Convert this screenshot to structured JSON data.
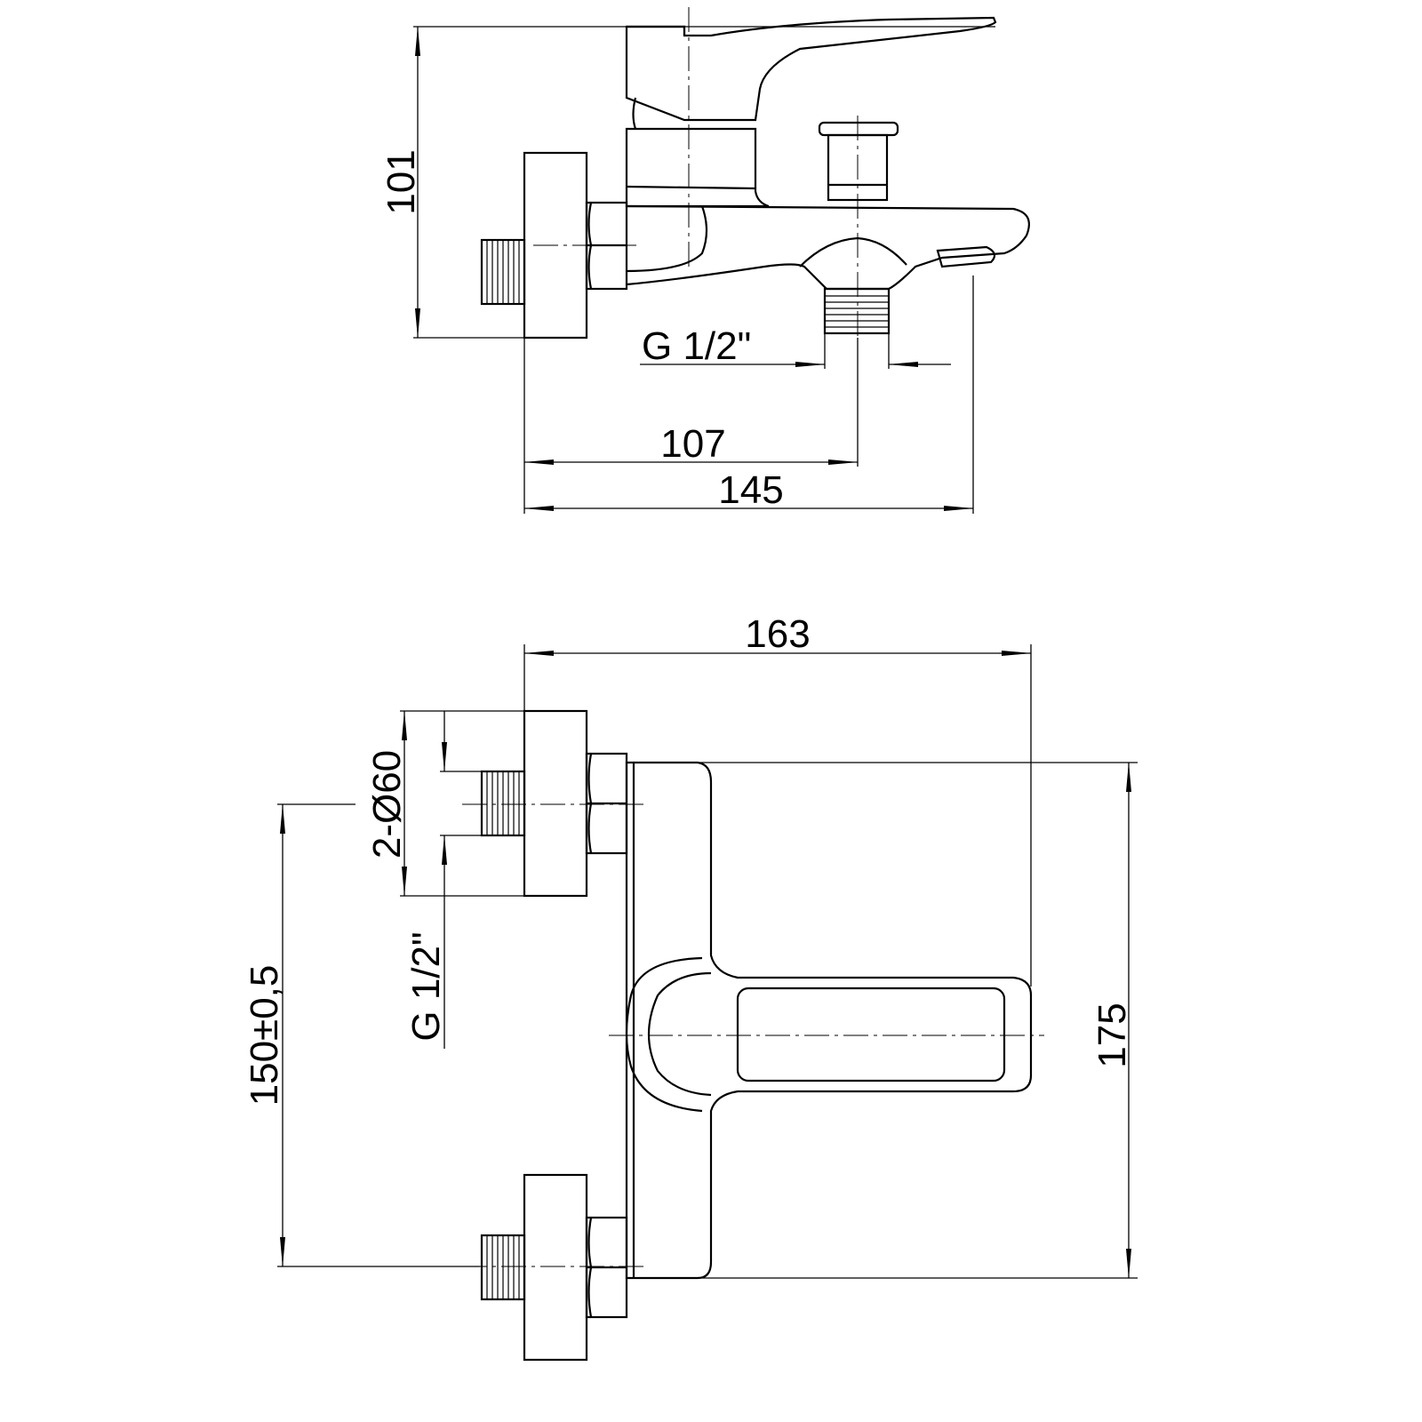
{
  "title": "Bath mixer dimensional drawing",
  "side_view": {
    "height_dim": "101",
    "outlet_thread": "G 1/2\"",
    "outlet_offset_dim": "107",
    "spout_length_dim": "145"
  },
  "front_view": {
    "width_dim": "163",
    "flange_dim": "2-Ø60",
    "inlet_thread": "G 1/2\"",
    "center_distance_dim": "150±0,5",
    "height_dim": "175"
  },
  "colors": {
    "line": "#000000",
    "background": "#ffffff"
  }
}
